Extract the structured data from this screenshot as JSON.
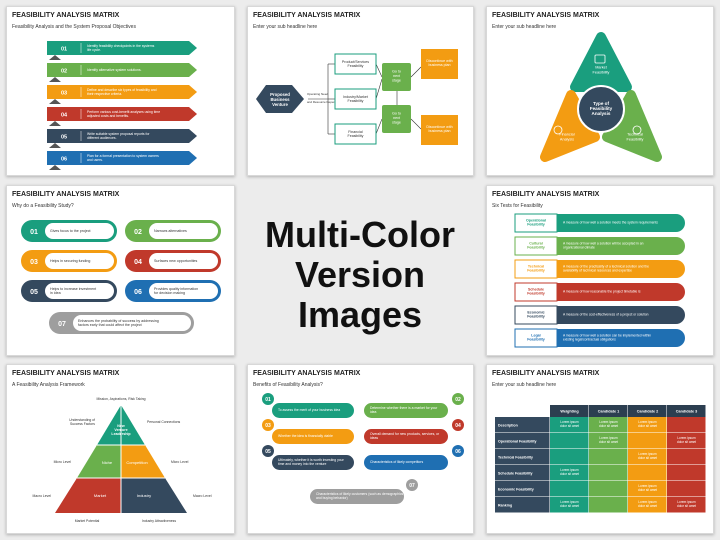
{
  "center": {
    "line1": "Multi-Color",
    "line2": "Version Images"
  },
  "colors": {
    "teal": "#1a9e7e",
    "green": "#6ab04c",
    "orange": "#f39c12",
    "red": "#c0392b",
    "navy": "#34495e",
    "blue": "#1f6fb2",
    "gray": "#9e9e9e"
  },
  "s1": {
    "title": "FEASIBILITY ANALYSIS MATRIX",
    "sub": "Feasibility Analysis and the System Proposal Objectives",
    "items": [
      {
        "n": "01",
        "t": "Identify feasibility checkpoints in the systems life cycle."
      },
      {
        "n": "02",
        "t": "Identify alternative system solutions."
      },
      {
        "n": "03",
        "t": "Define and describe six types of feasibility and their respective criteria."
      },
      {
        "n": "04",
        "t": "Perform various cost-benefit analyses using time adjusted costs and benefits."
      },
      {
        "n": "05",
        "t": "Write suitable system proposal reports for different audiences."
      },
      {
        "n": "06",
        "t": "Plan for a formal presentation to system owners and users."
      }
    ]
  },
  "s2": {
    "title": "FEASIBILITY ANALYSIS MATRIX",
    "sub": "Enter your sub headline here",
    "hex": "Proposed Business Venture",
    "dep1": "Operating Need",
    "dep2": "and Resource Depends on...",
    "boxes": [
      "Product/Services Feasibility",
      "Industry/Market Feasibility",
      "Financial Feasibility"
    ],
    "go1": "Go to next stage",
    "go2": "Go to next stage",
    "res1": "Discontinue with business plan",
    "res2": "Discontinue with business plan"
  },
  "s3": {
    "title": "FEASIBILITY ANALYSIS MATRIX",
    "sub": "Enter your sub headline here",
    "center": "Type of Feasibility Analysis",
    "top": "Market Feasibility",
    "left": "Financial Analysis",
    "right": "Technical Feasibility"
  },
  "s4": {
    "title": "FEASIBILITY ANALYSIS MATRIX",
    "sub": "Why do a Feasibility Study?",
    "items": [
      {
        "n": "01",
        "t": "Gives focus to the project"
      },
      {
        "n": "02",
        "t": "Narrows alternatives"
      },
      {
        "n": "03",
        "t": "Helps in securing funding"
      },
      {
        "n": "04",
        "t": "Surfaces new opportunities"
      },
      {
        "n": "05",
        "t": "Helps to increase investment in idea"
      },
      {
        "n": "06",
        "t": "Provides quality information for decision making"
      },
      {
        "n": "07",
        "t": "Enhances the probability of success by addressing factors early that could affect the project"
      }
    ]
  },
  "s5": {
    "title": "FEASIBILITY ANALYSIS MATRIX",
    "sub": "Six Tests for Feasibility",
    "items": [
      {
        "l": "Operational Feasibility",
        "t": "A measure of how well a solution meets the system requirements"
      },
      {
        "l": "Cultural Feasibility",
        "t": "A measure of how well a solution will be accepted in an organizational climate"
      },
      {
        "l": "Technical Feasibility",
        "t": "A measure of the practicality of a technical solution and the availability of technical resources and expertise"
      },
      {
        "l": "Schedule Feasibility",
        "t": "A measure of how reasonable the project timetable is"
      },
      {
        "l": "Economic Feasibility",
        "t": "A measure of the cost-effectiveness of a project or solution"
      },
      {
        "l": "Legal Feasibility",
        "t": "A measure of how well a solution can be implemented within existing legal/contractual obligations"
      }
    ]
  },
  "s6": {
    "title": "FEASIBILITY ANALYSIS MATRIX",
    "sub": "A Feasibility Analysis Framework",
    "top": "Mission, Aspirations, Risk Taking",
    "lt": "Understanding of Success Factors",
    "rt": "Personal Connections",
    "apex": "New Venture Leadership",
    "niche": "Niche",
    "comp": "Competition",
    "market": "Market",
    "industry": "Industry",
    "ml": "Micro Level",
    "mr": "Micro Level",
    "mal": "Macro Level",
    "mar": "Macro Level",
    "bl": "Market Potential",
    "br": "Industry Attractiveness"
  },
  "s7": {
    "title": "FEASIBILITY ANALYSIS MATRIX",
    "sub": "Benefits of Feasibility Analysis?",
    "items": [
      {
        "n": "01",
        "t": "To assess the merit of your business idea"
      },
      {
        "n": "02",
        "t": "Determine whether there is a market for your idea"
      },
      {
        "n": "03",
        "t": "Whether the idea is financially viable"
      },
      {
        "n": "04",
        "t": "Overall demand for new products, services, or ideas"
      },
      {
        "n": "05",
        "t": "Ultimately, whether it is worth investing your time and money into the venture"
      },
      {
        "n": "06",
        "t": "Characteristics of likely competitors"
      },
      {
        "n": "07",
        "t": "Characteristics of likely customers (such as demographics and buying behavior)"
      }
    ]
  },
  "s8": {
    "title": "FEASIBILITY ANALYSIS MATRIX",
    "sub": "Enter your sub headline here",
    "headers": [
      "Weighting",
      "Candidate 1",
      "Candidate 2",
      "Candidate 3"
    ],
    "rows": [
      "Description",
      "Operational Feasibility",
      "Technical Feasibility",
      "Schedule Feasibility",
      "Economic Feasibility",
      "Ranking"
    ],
    "cell": "Lorem ipsum dolor sit amet"
  }
}
